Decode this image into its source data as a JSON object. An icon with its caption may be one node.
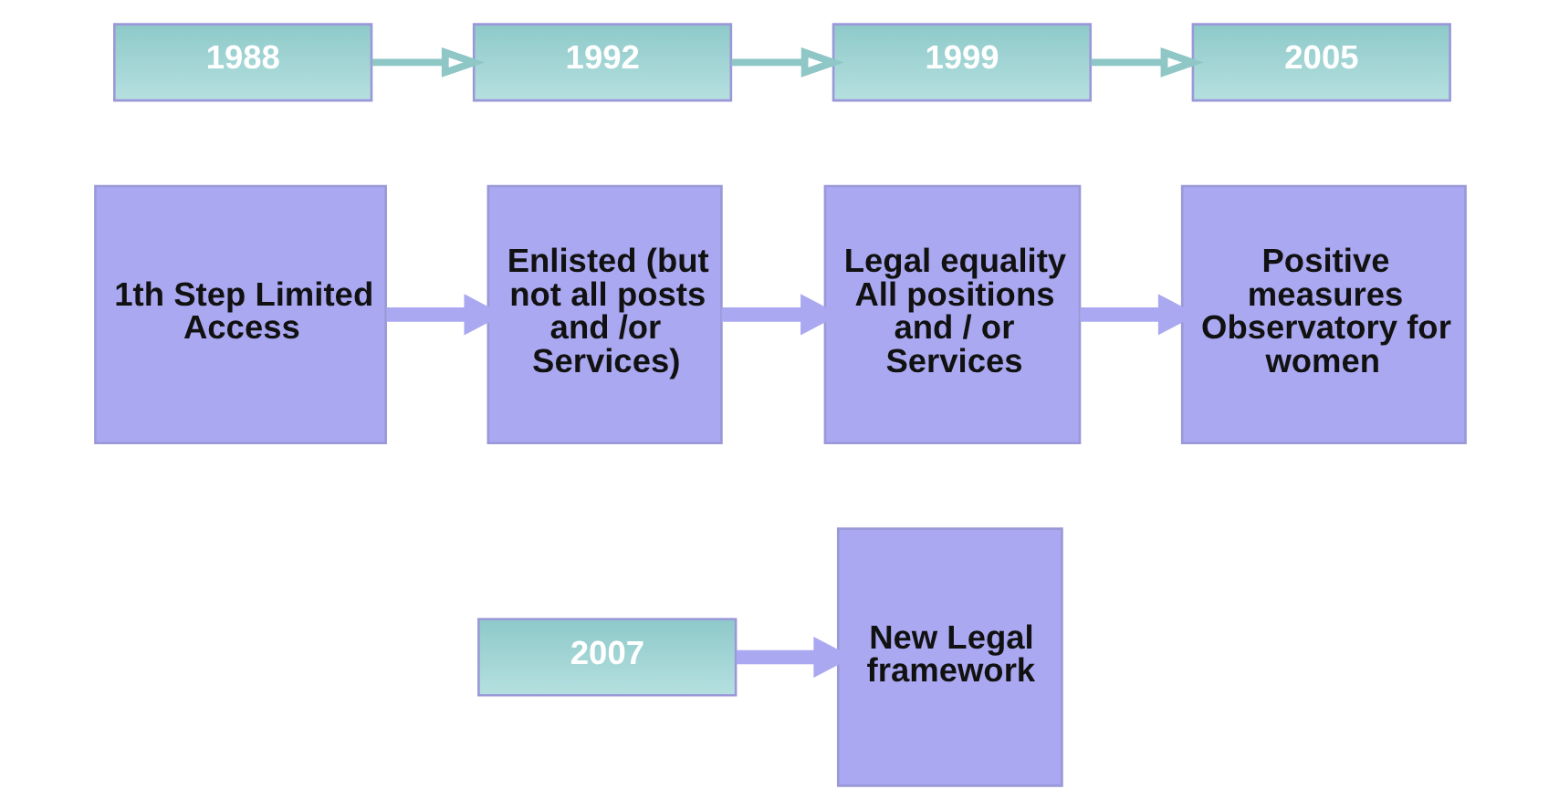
{
  "diagram": {
    "nodes": [
      {
        "text": [
          "1988"
        ]
      },
      {
        "text": [
          "1992"
        ]
      },
      {
        "text": [
          "1999"
        ]
      },
      {
        "text": [
          "2005"
        ]
      },
      {
        "text": [
          "1th Step Limited Access"
        ]
      },
      {
        "text": [
          "Enlisted (but not all posts and /or Services)"
        ]
      },
      {
        "text": [
          "Legal equality All positions and / or Services"
        ]
      },
      {
        "text": [
          "Positive measures Observatory for women"
        ]
      },
      {
        "text": [
          "2007"
        ]
      },
      {
        "text": [
          "New Legal framework"
        ]
      }
    ],
    "edges": [
      {
        "from": 0,
        "to": 1,
        "arrow": "to",
        "color": "#8fc6c6"
      },
      {
        "from": 1,
        "to": 2,
        "arrow": "to",
        "color": "#8fc6c6"
      },
      {
        "from": 2,
        "to": 3,
        "arrow": "to",
        "color": "#8fc6c6"
      },
      {
        "from": 4,
        "to": 5,
        "arrow": "to"
      },
      {
        "from": 5,
        "to": 6,
        "arrow": "to"
      },
      {
        "from": 6,
        "to": 7,
        "arrow": "to"
      },
      {
        "from": 8,
        "to": 9,
        "arrow": "to"
      }
    ]
  }
}
